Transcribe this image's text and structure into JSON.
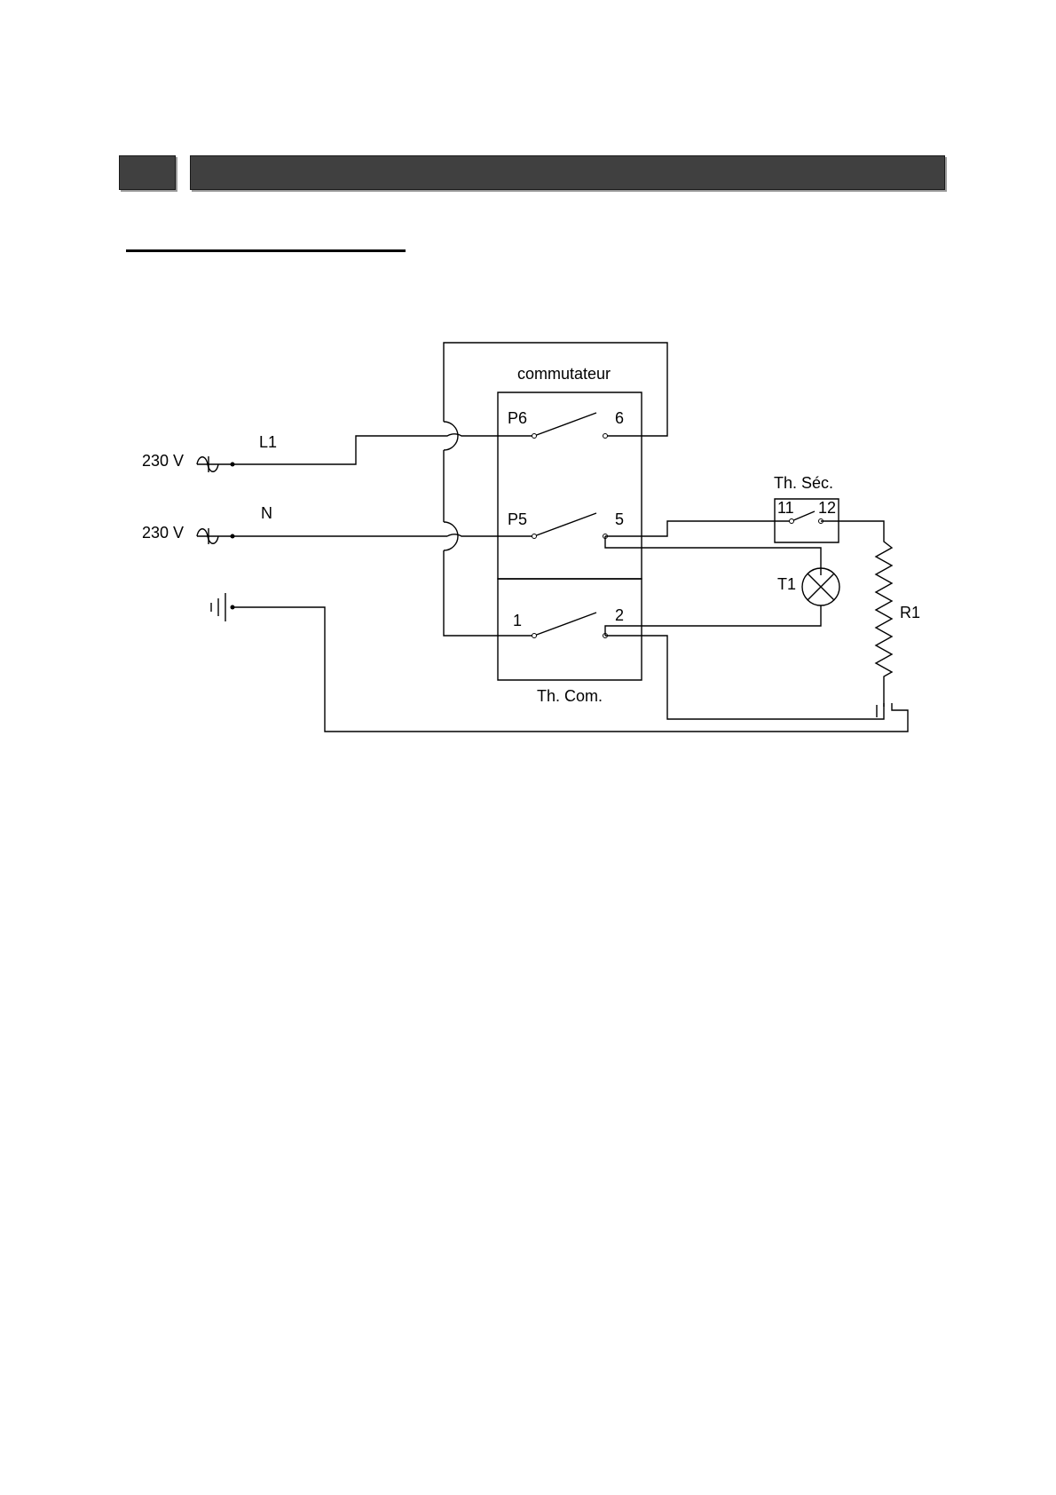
{
  "page": {
    "header_number": "",
    "header_title": "",
    "section_title": ""
  },
  "diagram": {
    "labels": {
      "supply1_voltage": "230 V",
      "supply2_voltage": "230 V",
      "line_label": "L1",
      "neutral_label": "N",
      "switch_label": "commutateur",
      "p6": "P6",
      "t6": "6",
      "p5": "P5",
      "t5": "5",
      "t1": "1",
      "t2": "2",
      "thermostat_com": "Th. Com.",
      "thermostat_sec": "Th. Séc.",
      "t11": "11",
      "t12": "12",
      "lamp": "T1",
      "resistor": "R1"
    }
  }
}
